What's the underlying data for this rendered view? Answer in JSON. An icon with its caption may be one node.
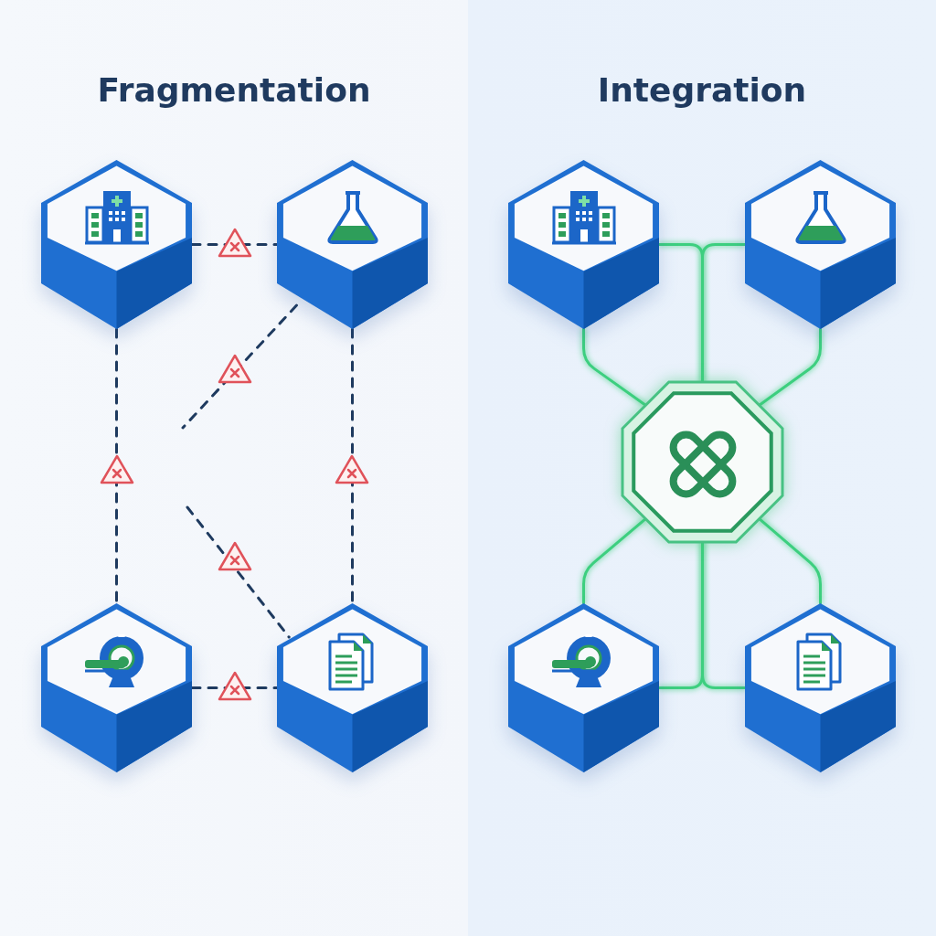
{
  "diagram": {
    "nodes": [
      {
        "text": [],
        "shape": "hexagon"
      },
      {
        "text": [],
        "shape": "hexagon"
      },
      {
        "text": [],
        "shape": "hexagon"
      },
      {
        "text": [],
        "shape": "hexagon"
      },
      {
        "text": [],
        "shape": "hexagon"
      },
      {
        "text": [],
        "shape": "hexagon"
      },
      {
        "text": [],
        "shape": "hexagon"
      },
      {
        "text": [],
        "shape": "hexagon"
      },
      {
        "text": [],
        "shape": "octagon"
      }
    ],
    "edges": [
      {
        "from": 0,
        "to": 1,
        "arrow": "none",
        "style": "dashed",
        "color": "#1e3a5f"
      },
      {
        "from": 0,
        "to": 2,
        "arrow": "none",
        "style": "dashed",
        "color": "#1e3a5f"
      },
      {
        "from": 1,
        "to": 3,
        "arrow": "none",
        "style": "dashed",
        "color": "#1e3a5f"
      },
      {
        "from": 2,
        "to": 3,
        "arrow": "none",
        "style": "dashed",
        "color": "#1e3a5f"
      },
      {
        "from": 1,
        "to": null,
        "arrow": "none",
        "style": "dashed",
        "color": "#1e3a5f"
      },
      {
        "from": null,
        "to": 3,
        "arrow": "none",
        "style": "dashed",
        "color": "#1e3a5f"
      },
      {
        "from": 4,
        "to": 8,
        "arrow": "none"
      },
      {
        "from": 5,
        "to": 8,
        "arrow": "none"
      },
      {
        "from": 4,
        "to": 8,
        "arrow": "none"
      },
      {
        "from": 5,
        "to": 8,
        "arrow": "none"
      },
      {
        "from": 6,
        "to": 8,
        "arrow": "none"
      },
      {
        "from": 6,
        "to": 8,
        "arrow": "none"
      },
      {
        "from": 7,
        "to": 8,
        "arrow": "none"
      },
      {
        "from": 7,
        "to": 8,
        "arrow": "none"
      }
    ],
    "labels": [
      "Fragmentation",
      "Integration"
    ]
  }
}
